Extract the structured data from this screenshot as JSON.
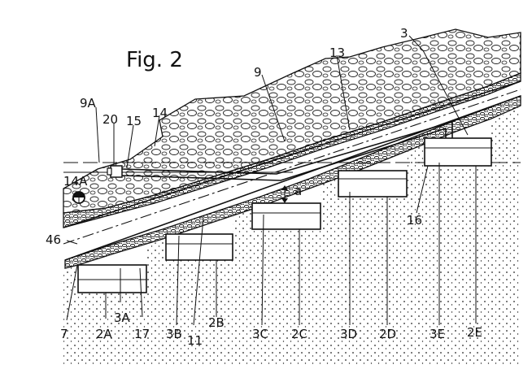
{
  "figure": {
    "title": "Fig. 2",
    "labels": {
      "l3": "3",
      "l9": "9",
      "l13": "13",
      "l14": "14",
      "l9A": "9A",
      "l20": "20",
      "l15": "15",
      "l14A": "14A",
      "la": "a",
      "l16": "16",
      "l46": "46",
      "l7": "7",
      "l2A": "2A",
      "l3A": "3A",
      "l17": "17",
      "l3B": "3B",
      "l11": "11",
      "l2B": "2B",
      "l3C": "3C",
      "l2C": "2C",
      "l3D": "3D",
      "l2D": "2D",
      "l3E": "3E",
      "l2E": "2E"
    }
  }
}
